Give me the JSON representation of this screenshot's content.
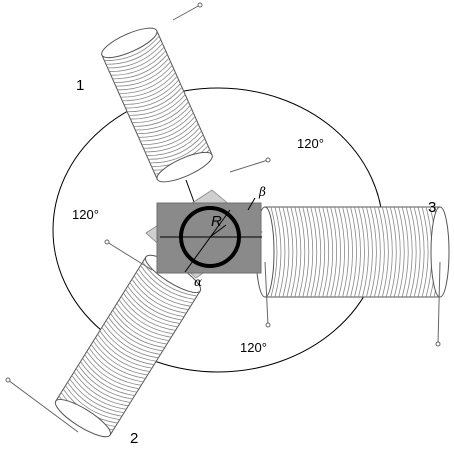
{
  "diagram": {
    "coil_labels": [
      "1",
      "2",
      "3"
    ],
    "angle_label_top_right": "120°",
    "angle_label_left": "120°",
    "angle_label_bottom": "120°",
    "center_label": "R",
    "alpha_label": "α",
    "beta_label": "β"
  }
}
